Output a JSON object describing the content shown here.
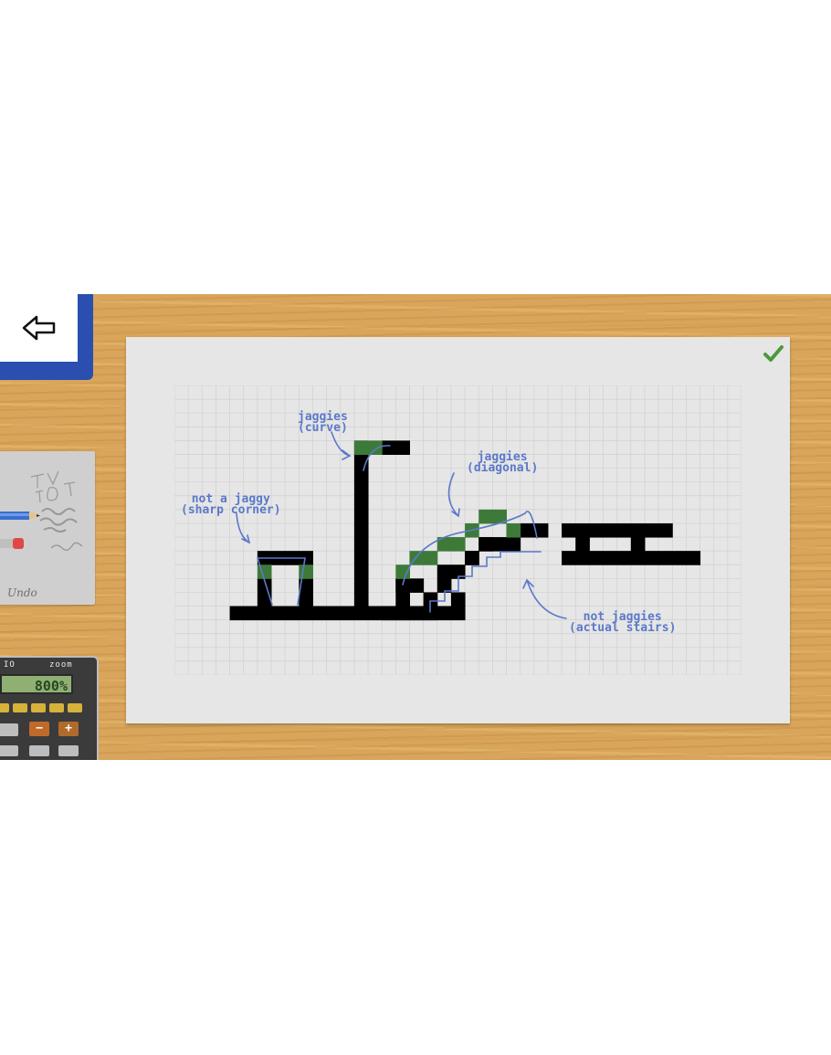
{
  "calculator": {
    "brand": "IO",
    "zoom_label": "zoom",
    "display": "800%",
    "minus_label": "−",
    "plus_label": "+"
  },
  "undo_card": {
    "label": "Undo"
  },
  "annotations": {
    "curve": [
      "jaggies",
      "(curve)"
    ],
    "diagonal": [
      "jaggies",
      "(diagonal)"
    ],
    "sharp_corner": [
      "not a jaggy",
      "(sharp corner)"
    ],
    "stairs": [
      "not jaggies",
      "(actual stairs)"
    ]
  },
  "colors": {
    "pixel_black": "#000000",
    "pixel_jaggy": "#3d7a3a",
    "annotation_blue": "#5b79c9",
    "paper": "#e6e6e6",
    "grid_line": "#d0d0d0",
    "frame_blue": "#2a4fb0",
    "check_green": "#4a9a3c"
  },
  "icons": {
    "back": "arrow-left-icon",
    "done": "checkmark-icon"
  }
}
